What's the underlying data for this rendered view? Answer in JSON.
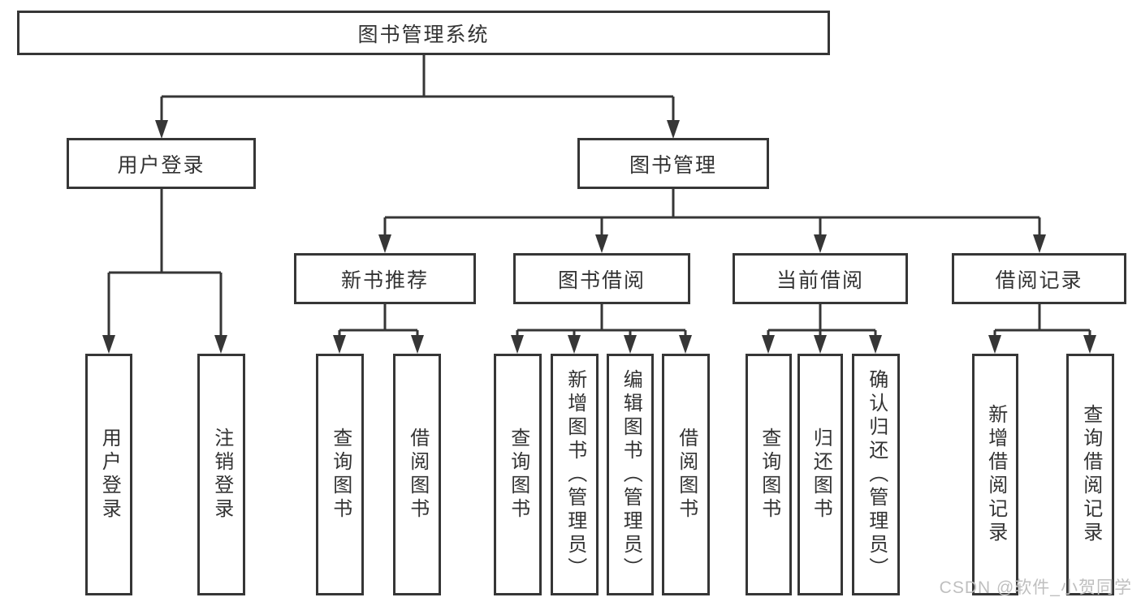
{
  "tree": {
    "label": "图书管理系统",
    "children": [
      {
        "label": "用户登录",
        "children": [
          {
            "label": "用户登录"
          },
          {
            "label": "注销登录"
          }
        ]
      },
      {
        "label": "图书管理",
        "children": [
          {
            "label": "新书推荐",
            "children": [
              {
                "label": "查询图书"
              },
              {
                "label": "借阅图书"
              }
            ]
          },
          {
            "label": "图书借阅",
            "children": [
              {
                "label": "查询图书"
              },
              {
                "label": "新增图书（管理员）"
              },
              {
                "label": "编辑图书（管理员）"
              },
              {
                "label": "借阅图书"
              }
            ]
          },
          {
            "label": "当前借阅",
            "children": [
              {
                "label": "查询图书"
              },
              {
                "label": "归还图书"
              },
              {
                "label": "确认归还（管理员）"
              }
            ]
          },
          {
            "label": "借阅记录",
            "children": [
              {
                "label": "新增借阅记录"
              },
              {
                "label": "查询借阅记录"
              }
            ]
          }
        ]
      }
    ]
  },
  "watermark": {
    "text": "CSDN @软件_小贺同学"
  },
  "colors": {
    "line": "#363636",
    "text": "#333333",
    "watermark": "#bfbfbf",
    "background": "#ffffff"
  }
}
